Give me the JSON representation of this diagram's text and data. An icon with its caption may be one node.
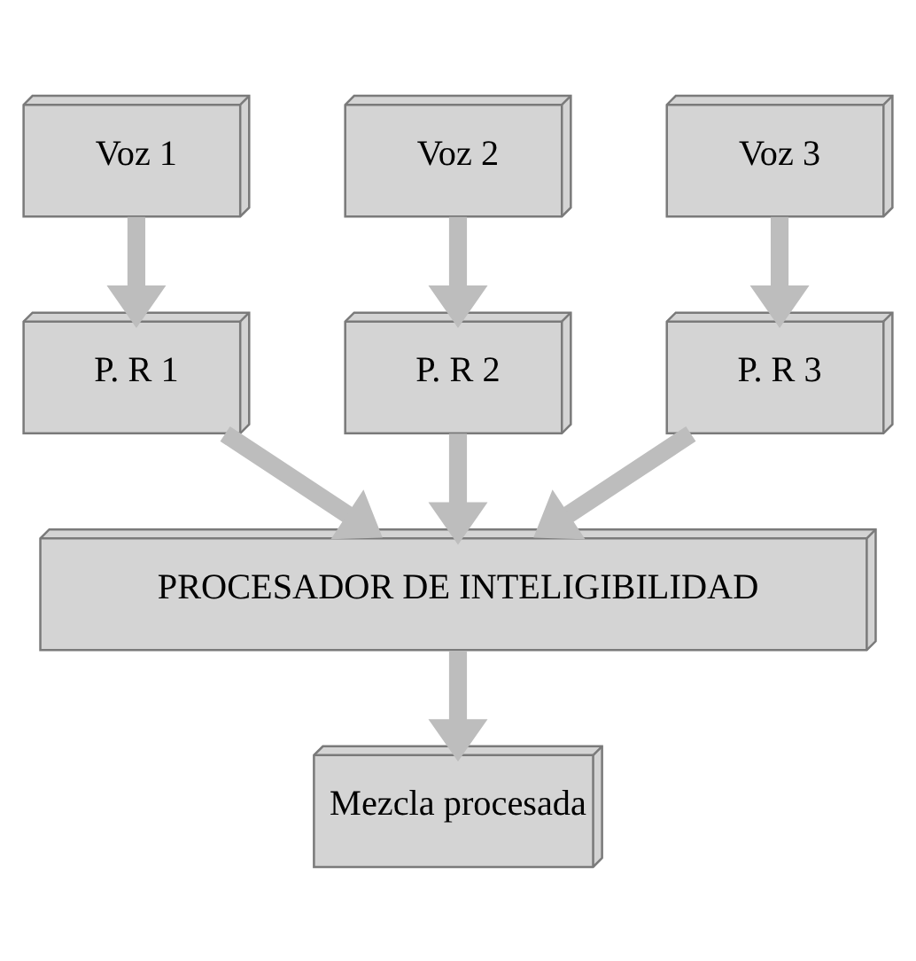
{
  "diagram": {
    "nodes": [
      {
        "text": [
          "Voz 1"
        ]
      },
      {
        "text": [
          "Voz 2"
        ]
      },
      {
        "text": [
          "Voz 3"
        ]
      },
      {
        "text": [
          "P. R 1"
        ]
      },
      {
        "text": [
          "P. R 2"
        ]
      },
      {
        "text": [
          "P. R 3"
        ]
      },
      {
        "text": [
          "PROCESADOR DE INTELIGIBILIDAD"
        ]
      },
      {
        "text": [
          "Mezcla procesada"
        ]
      }
    ],
    "edges": [
      {
        "from": 0,
        "to": 3,
        "arrow": "to"
      },
      {
        "from": 1,
        "to": 4,
        "arrow": "to"
      },
      {
        "from": 2,
        "to": 5,
        "arrow": "to"
      },
      {
        "from": 3,
        "to": 6,
        "arrow": "to"
      },
      {
        "from": 4,
        "to": 6,
        "arrow": "to"
      },
      {
        "from": 5,
        "to": 6,
        "arrow": "to"
      },
      {
        "from": 6,
        "to": 7,
        "arrow": "to"
      }
    ]
  }
}
